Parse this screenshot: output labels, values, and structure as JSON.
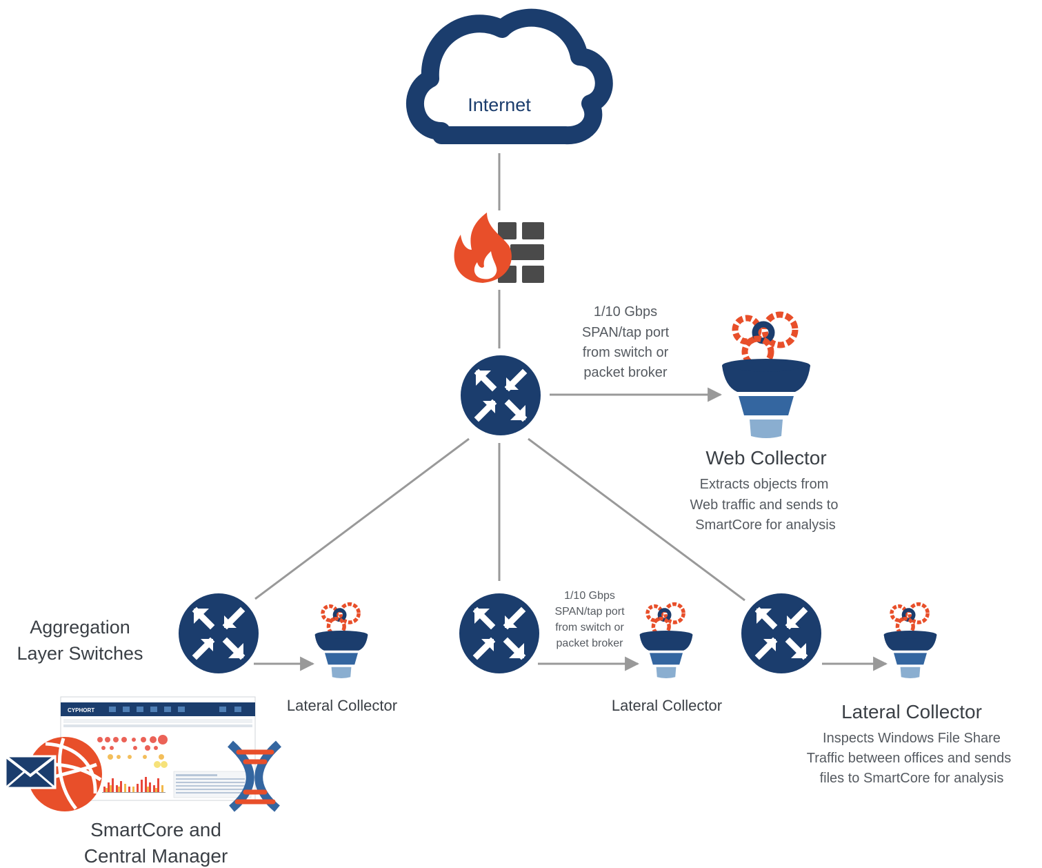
{
  "cloud": {
    "label": "Internet"
  },
  "core_switch": {
    "span_label": [
      "1/10 Gbps",
      "SPAN/tap port",
      "from switch or",
      "packet broker"
    ]
  },
  "web_collector": {
    "title": "Web Collector",
    "description": [
      "Extracts objects from",
      "Web traffic and sends to",
      "SmartCore for analysis"
    ]
  },
  "aggregation_label": [
    "Aggregation",
    "Layer Switches"
  ],
  "lateral_collectors": [
    {
      "title": "Lateral Collector"
    },
    {
      "title": "Lateral Collector",
      "span_label": [
        "1/10 Gbps",
        "SPAN/tap port",
        "from switch or",
        "packet broker"
      ]
    },
    {
      "title": "Lateral Collector",
      "description": [
        "Inspects Windows File Share",
        "Traffic between offices and sends",
        "files to SmartCore for analysis"
      ]
    }
  ],
  "smartcore": {
    "label": [
      "SmartCore and",
      "Central Manager"
    ],
    "brand": "CYPHORT"
  },
  "colors": {
    "navy": "#1b3d6d",
    "mid_blue": "#3466a0",
    "light_blue": "#8aaed0",
    "orange": "#e84f2a",
    "firewall_gray": "#4a4a4a",
    "line_gray": "#999999"
  }
}
